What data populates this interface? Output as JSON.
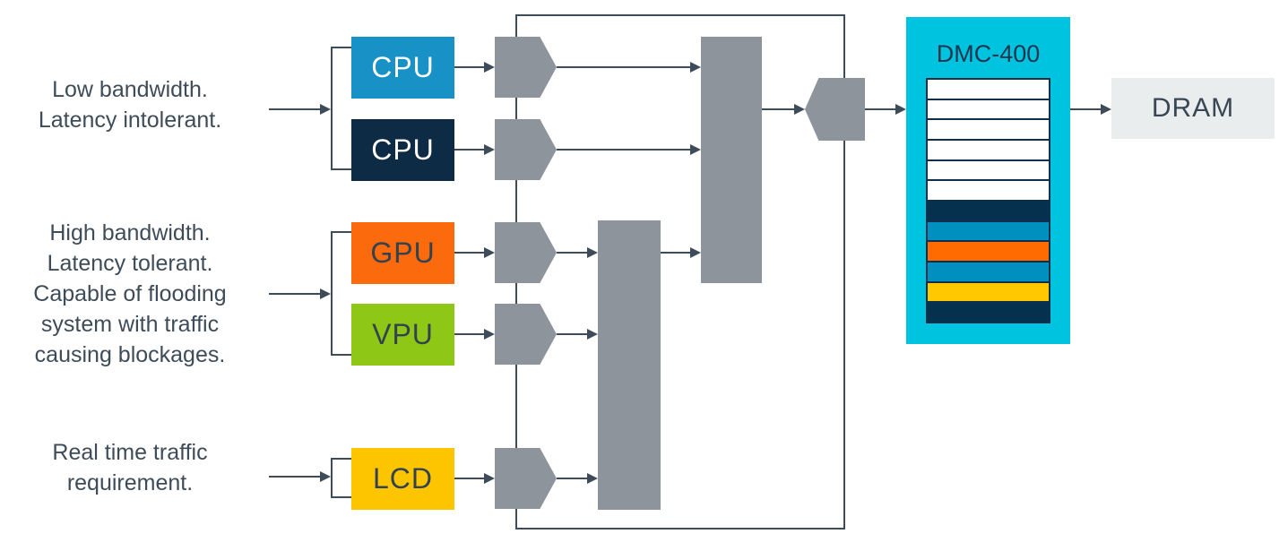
{
  "annotations": [
    {
      "id": "low-bandwidth",
      "lines": [
        "Low bandwidth.",
        "Latency intolerant."
      ]
    },
    {
      "id": "high-bandwidth",
      "lines": [
        "High bandwidth.",
        "Latency tolerant.",
        "Capable of flooding",
        "system with traffic",
        "causing blockages."
      ]
    },
    {
      "id": "real-time",
      "lines": [
        "Real time traffic",
        "requirement."
      ]
    }
  ],
  "blocks": [
    {
      "label": "CPU",
      "color": "#1791c6",
      "text_color": "#ffffff"
    },
    {
      "label": "CPU",
      "color": "#0d2b45",
      "text_color": "#ffffff"
    },
    {
      "label": "GPU",
      "color": "#fb6a0d",
      "text_color": "#33424f"
    },
    {
      "label": "VPU",
      "color": "#8ec715",
      "text_color": "#33424f"
    },
    {
      "label": "LCD",
      "color": "#fdc500",
      "text_color": "#33424f"
    }
  ],
  "memory_controller": {
    "title": "DMC-400",
    "body_color": "#00c3df",
    "queue_rows": [
      "white",
      "white",
      "white",
      "white",
      "white",
      "white",
      "navy",
      "blue",
      "orange",
      "blue",
      "yellow",
      "navy"
    ],
    "queue_palette": {
      "white": "#ffffff",
      "navy": "#05304e",
      "blue": "#0090bf",
      "orange": "#ff6b00",
      "yellow": "#ffc800"
    }
  },
  "dram": {
    "label": "DRAM",
    "color": "#e9eded"
  },
  "colors": {
    "shape_gray": "#8d949c",
    "line_slate": "#3e4c59",
    "annotation_text": "#3e4c59"
  }
}
